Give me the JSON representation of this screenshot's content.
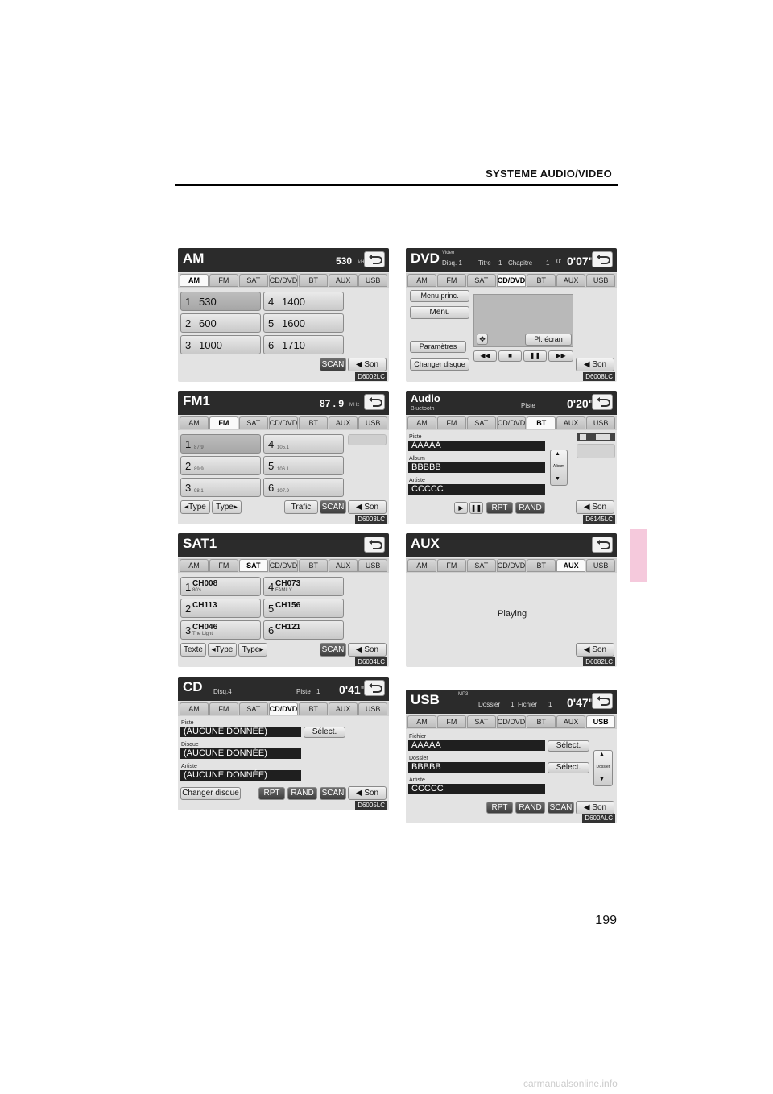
{
  "page": {
    "header_title": "SYSTEME AUDIO/VIDEO",
    "page_number": "199",
    "watermark": "carmanualsonline.info"
  },
  "tabs": [
    "AM",
    "FM",
    "SAT",
    "CD/DVD",
    "BT",
    "AUX",
    "USB"
  ],
  "common": {
    "son": "Son",
    "scan": "SCAN",
    "rpt": "RPT",
    "rand": "RAND",
    "select": "Sélect."
  },
  "am": {
    "title": "AM",
    "freq": "530",
    "unit": "kHz",
    "presets": [
      {
        "num": "1",
        "freq": "530"
      },
      {
        "num": "4",
        "freq": "1400"
      },
      {
        "num": "2",
        "freq": "600"
      },
      {
        "num": "5",
        "freq": "1600"
      },
      {
        "num": "3",
        "freq": "1000"
      },
      {
        "num": "6",
        "freq": "1710"
      }
    ],
    "code": "D6002LC"
  },
  "dvd": {
    "title": "DVD",
    "video": "Video",
    "disq": "Disq. 1",
    "titre": "Titre",
    "titre_val": "1",
    "chapitre": "Chapitre",
    "chapitre_val": "1",
    "time_small": "0'",
    "time": "0'07\"",
    "menu_princ": "Menu princ.",
    "menu": "Menu",
    "parametres": "Paramètres",
    "changer_disque": "Changer disque",
    "pl_ecran": "Pl. écran",
    "code": "D6008LC"
  },
  "fm": {
    "title": "FM1",
    "freq": "87 . 9",
    "unit": "MHz",
    "presets": [
      {
        "num": "1",
        "small": "87.9"
      },
      {
        "num": "4",
        "small": "105.1"
      },
      {
        "num": "2",
        "small": "89.9"
      },
      {
        "num": "5",
        "small": "106.1"
      },
      {
        "num": "3",
        "small": "98.1"
      },
      {
        "num": "6",
        "small": "107.9"
      }
    ],
    "type_prev": "◂Type",
    "type_next": "Type▸",
    "trafic": "Trafic",
    "code": "D6003LC"
  },
  "bt": {
    "title": "Audio",
    "sub": "Bluetooth",
    "piste": "Piste",
    "time": "0'20\"",
    "piste_label": "Piste",
    "piste_val": "AAAAA",
    "album_label": "Album",
    "album_val": "BBBBB",
    "artiste_label": "Artiste",
    "artiste_val": "CCCCC",
    "album_btn": "Album",
    "code": "D6145LC"
  },
  "sat": {
    "title": "SAT1",
    "presets": [
      {
        "num": "1",
        "ch": "CH008",
        "sub": "80's"
      },
      {
        "num": "4",
        "ch": "CH073",
        "sub": "FAMILY"
      },
      {
        "num": "2",
        "ch": "CH113",
        "sub": ""
      },
      {
        "num": "5",
        "ch": "CH156",
        "sub": ""
      },
      {
        "num": "3",
        "ch": "CH046",
        "sub": "The Light"
      },
      {
        "num": "6",
        "ch": "CH121",
        "sub": ""
      }
    ],
    "texte": "Texte",
    "type_prev": "◂Type",
    "type_next": "Type▸",
    "code": "D6004LC"
  },
  "aux": {
    "title": "AUX",
    "playing": "Playing",
    "code": "D6082LC"
  },
  "cd": {
    "title": "CD",
    "disq": "Disq.4",
    "piste": "Piste",
    "piste_val": "1",
    "time": "0'41\"",
    "piste_label": "Piste",
    "disque_label": "Disque",
    "artiste_label": "Artiste",
    "no_data": "(AUCUNE DONNÉE)",
    "changer_disque": "Changer disque",
    "code": "D6005LC"
  },
  "usb": {
    "title": "USB",
    "mp3": "MP3",
    "dossier": "Dossier",
    "dossier_val": "1",
    "fichier": "Fichier",
    "fichier_val": "1",
    "time": "0'47\"",
    "fichier_label": "Fichier",
    "fichier_text": "AAAAA",
    "dossier_label": "Dossier",
    "dossier_text": "BBBBB",
    "artiste_label": "Artiste",
    "artiste_text": "CCCCC",
    "dossier_btn": "Dossier",
    "code": "D600ALC"
  }
}
